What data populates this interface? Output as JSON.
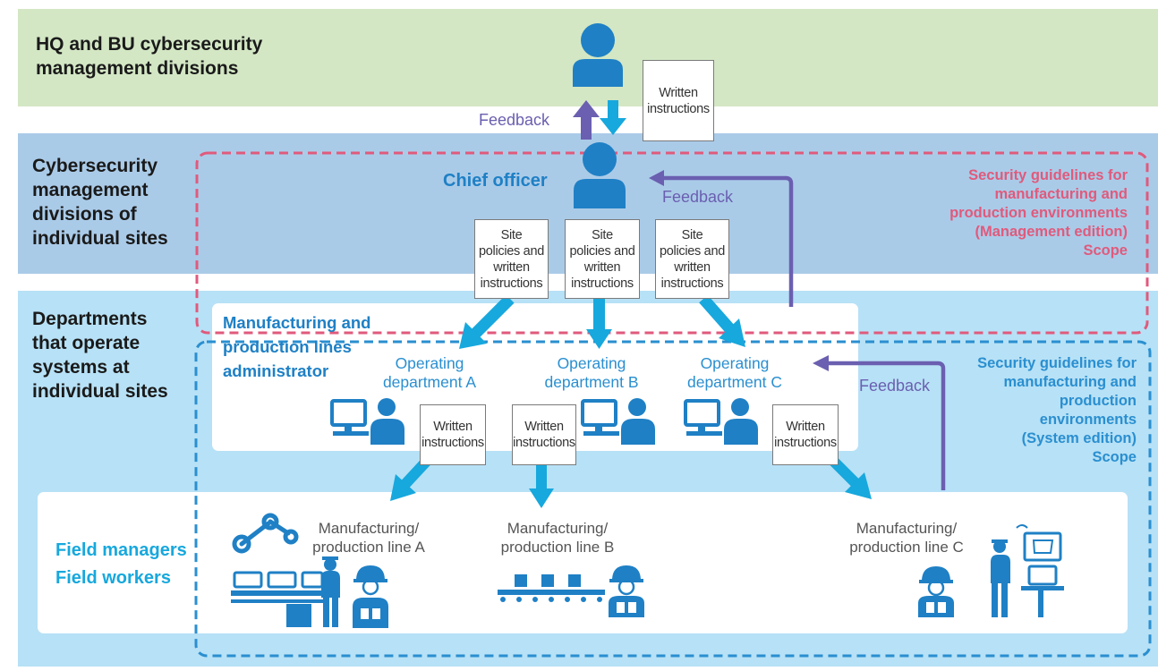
{
  "bands": {
    "hq_title_line1": "HQ and BU cybersecurity",
    "hq_title_line2": "management divisions",
    "site_title_lines": [
      "Cybersecurity",
      "management",
      "divisions of",
      "individual sites"
    ],
    "dept_title_lines": [
      "Departments",
      "that operate",
      "systems at",
      "individual sites"
    ]
  },
  "chief_officer": "Chief officer",
  "written_instructions_lines": [
    "Written",
    "instructions"
  ],
  "site_policies_lines": [
    "Site",
    "policies and",
    "written",
    "instructions"
  ],
  "feedback": "Feedback",
  "admin_title_lines": [
    "Manufacturing and",
    "production lines",
    "administrator"
  ],
  "departments": [
    {
      "line1": "Operating",
      "line2": "department A"
    },
    {
      "line1": "Operating",
      "line2": "department B"
    },
    {
      "line1": "Operating",
      "line2": "department C"
    }
  ],
  "lines": [
    {
      "line1": "Manufacturing/",
      "line2": "production line A"
    },
    {
      "line1": "Manufacturing/",
      "line2": "production line B"
    },
    {
      "line1": "Manufacturing/",
      "line2": "production line C"
    }
  ],
  "field_labels": [
    "Field managers",
    "Field workers"
  ],
  "management_scope_lines": [
    "Security guidelines for",
    "manufacturing and",
    "production environments",
    "(Management edition)",
    "Scope"
  ],
  "system_scope_lines": [
    "Security guidelines for",
    "manufacturing and",
    "production",
    "environments",
    "(System edition)",
    "Scope"
  ],
  "colors": {
    "hq_band": "#d3e7c4",
    "site_band": "#aacbe8",
    "dept_band": "#b7e1f6",
    "cyan_arrow": "#17a8dd",
    "person_blue": "#1f80c5",
    "feedback_purple": "#6a5fb0",
    "management_scope": "#e05a7c",
    "system_scope": "#2a8fd0"
  }
}
